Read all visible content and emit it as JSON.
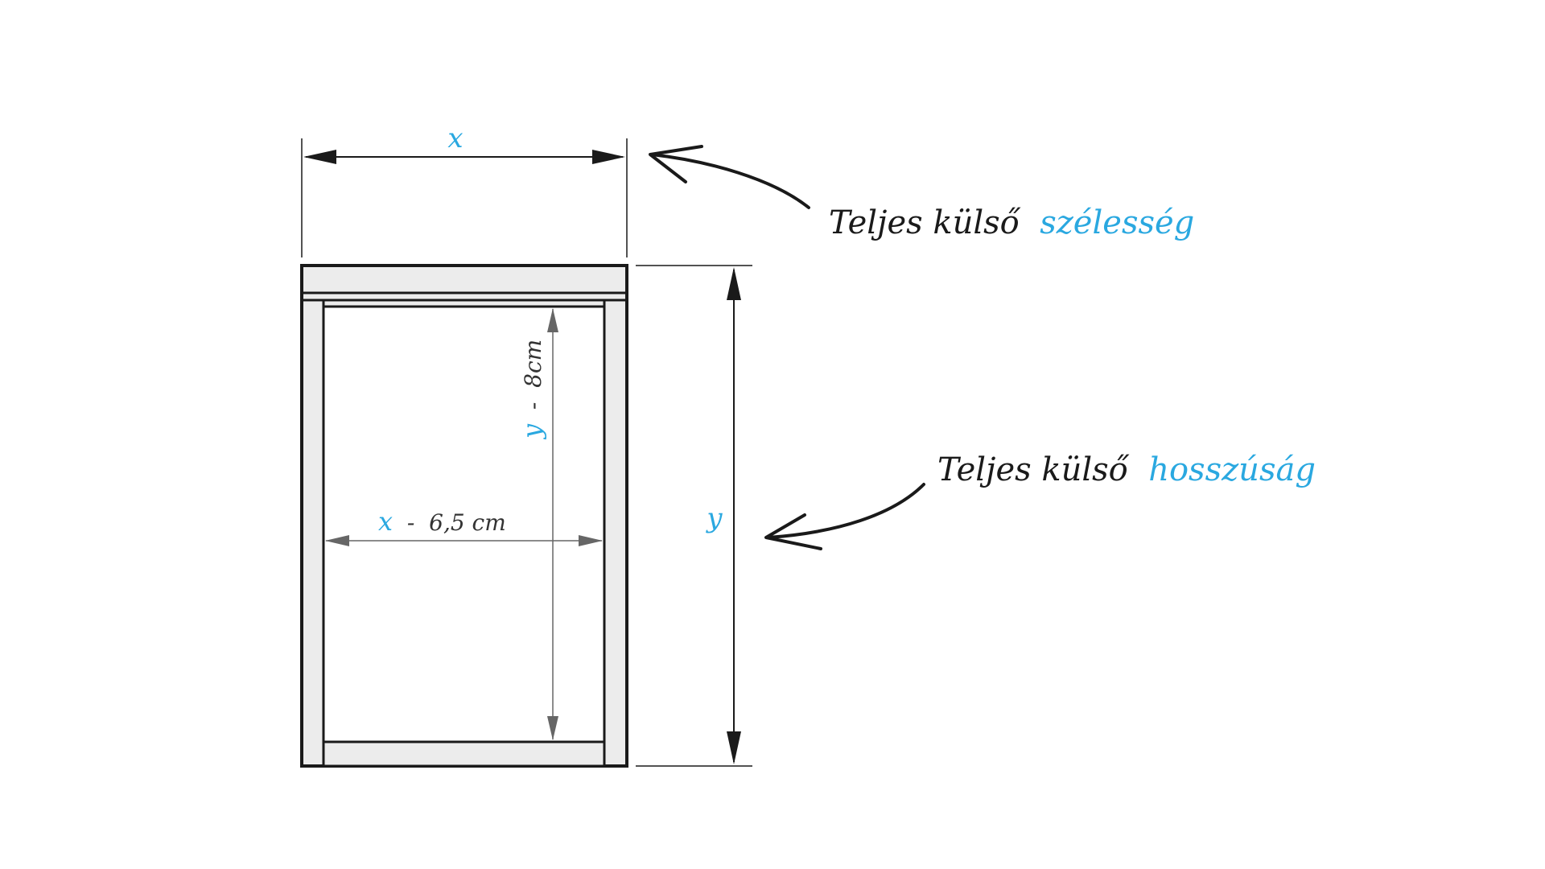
{
  "colors": {
    "accent": "#2aa8e0",
    "line": "#1a1a1a",
    "frame_fill": "#ececec",
    "inner_line": "#666666"
  },
  "labels": {
    "outer_width_var": "x",
    "outer_height_var": "y",
    "inner_width_var": "x",
    "inner_width_op": " - ",
    "inner_width_value": "6,5 cm",
    "inner_height_var": "y",
    "inner_height_op": " - ",
    "inner_height_value": "8cm"
  },
  "annotations": {
    "width": {
      "prefix": "Teljes külső ",
      "highlight": "szélesség"
    },
    "length": {
      "prefix": "Teljes külső ",
      "highlight": "hosszúság"
    }
  },
  "icons": [
    "curved-arrow-icon",
    "arrowhead-icon"
  ]
}
